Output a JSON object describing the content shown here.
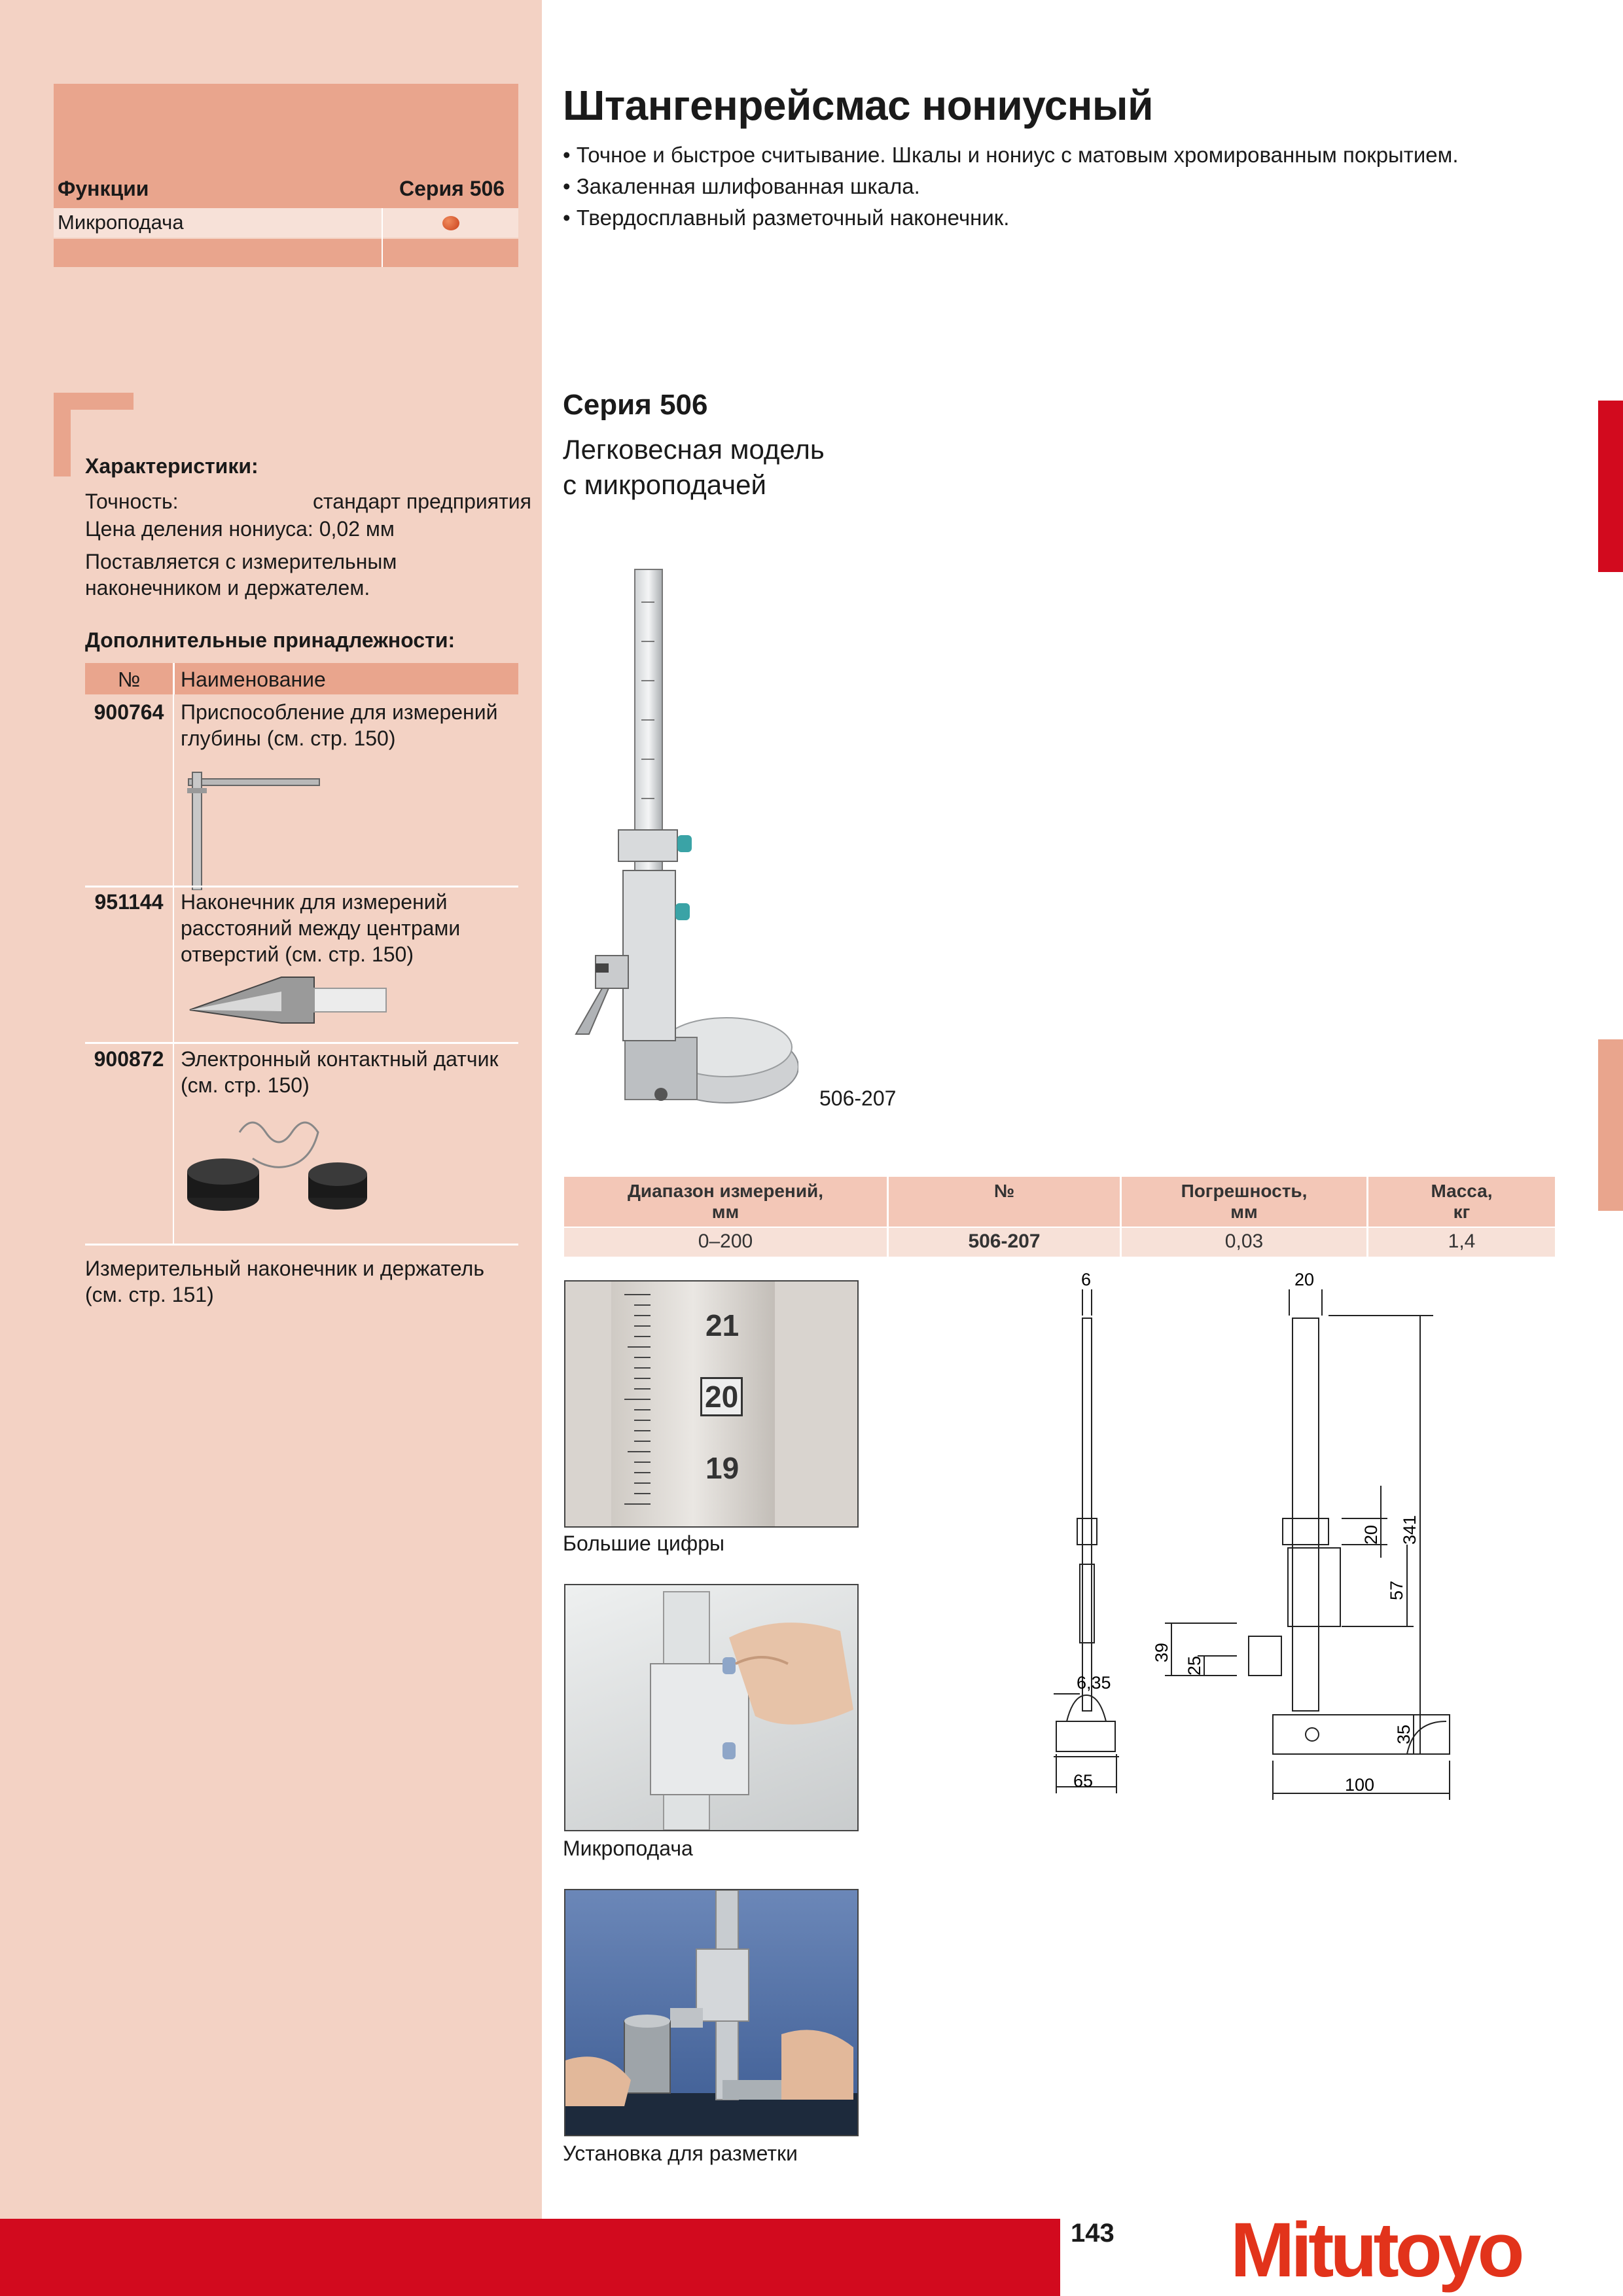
{
  "functions": {
    "label": "Функции",
    "series": "Серия 506",
    "row_name": "Микроподача"
  },
  "characteristics": {
    "title": "Характеристики:",
    "accuracy_label": "Точность:",
    "accuracy_value": "стандарт предприятия",
    "vernier_label": "Цена деления нониуса: 0,02 мм",
    "supplied": "Поставляется с измерительным наконечником и держателем."
  },
  "accessories": {
    "title": "Дополнительные принадлежности:",
    "col_no": "№",
    "col_name": "Наименование",
    "items": [
      {
        "no": "900764",
        "name": "Приспособление для измерений глубины (см. стр. 150)"
      },
      {
        "no": "951144",
        "name": "Наконечник для измерений расстояний между центрами отверстий (см. стр. 150)"
      },
      {
        "no": "900872",
        "name": "Электронный контактный датчик (см. стр. 150)"
      }
    ],
    "holder_text": "Измерительный наконечник и держатель (см. стр. 151)"
  },
  "product": {
    "title": "Штангенрейсмас нониусный",
    "bullets": [
      "• Точное и быстрое считывание. Шкалы и нониус с матовым хромированным покрытием.",
      "• Закаленная шлифованная шкала.",
      "• Твердосплавный разметочный наконечник."
    ],
    "series_title": "Серия 506",
    "series_subtitle_1": "Легковесная модель",
    "series_subtitle_2": "с микроподачей",
    "model_label": "506-207"
  },
  "spec_table": {
    "headers": [
      [
        "Диапазон измерений,",
        "мм"
      ],
      [
        "№",
        ""
      ],
      [
        "Погрешность,",
        "мм"
      ],
      [
        "Масса,",
        "кг"
      ]
    ],
    "row": [
      "0–200",
      "506-207",
      "0,03",
      "1,4"
    ]
  },
  "photos": {
    "scale_numbers": [
      "21",
      "20",
      "19"
    ],
    "caption_1": "Большие цифры",
    "caption_2": "Микроподача",
    "caption_3": "Установка для разметки"
  },
  "dimensions": {
    "d6": "6",
    "d20top": "20",
    "d341": "341",
    "d20": "20",
    "d57": "57",
    "d39": "39",
    "d25": "25",
    "d635": "6,35",
    "d35": "35",
    "d65": "65",
    "d100": "100"
  },
  "footer": {
    "page_number": "143",
    "logo": "Mitutoyo"
  },
  "colors": {
    "left_panel": "#f3d2c4",
    "salmon": "#e9a58d",
    "brand_red": "#d20a1e",
    "logo_red": "#e2331b"
  }
}
